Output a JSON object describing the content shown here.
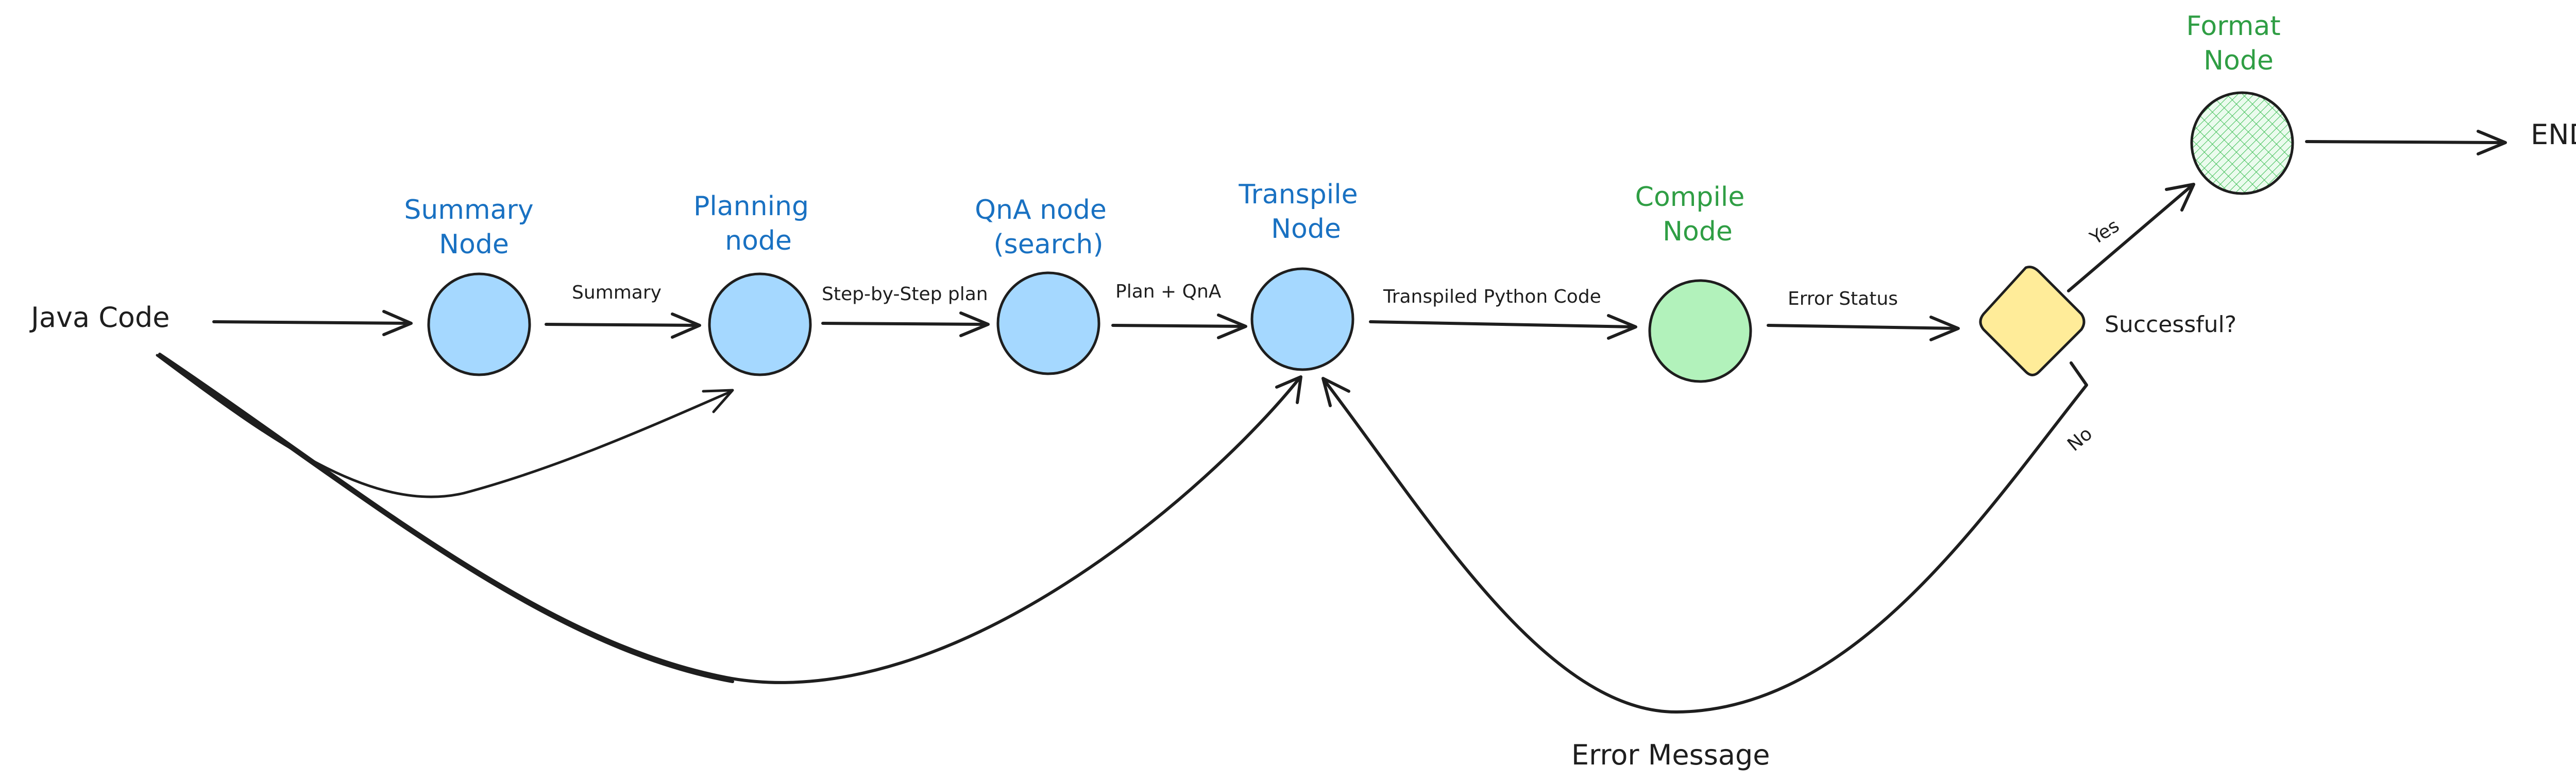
{
  "colors": {
    "blue_text": "#1971c2",
    "green_text": "#2f9e44",
    "blue_fill": "#a5d8ff",
    "green_fill": "#b2f2bb",
    "yellow_fill": "#ffec99",
    "stroke": "#1e1e1e"
  },
  "input": {
    "label": "Java Code"
  },
  "end": {
    "label": "END"
  },
  "nodes": {
    "summary": {
      "title_line1": "Summary",
      "title_line2": "Node"
    },
    "planning": {
      "title_line1": "Planning",
      "title_line2": "node"
    },
    "qna": {
      "title_line1": "QnA node",
      "title_line2": "(search)"
    },
    "transpile": {
      "title_line1": "Transpile",
      "title_line2": "Node"
    },
    "compile": {
      "title_line1": "Compile",
      "title_line2": "Node"
    },
    "format": {
      "title_line1": "Format",
      "title_line2": "Node"
    },
    "decision": {
      "label": "Successful?"
    }
  },
  "edges": {
    "summary": "Summary",
    "plan": "Step-by-Step plan",
    "plan_qna": "Plan + QnA",
    "transpiled": "Transpiled Python Code",
    "error_status": "Error Status",
    "yes": "Yes",
    "no": "No",
    "error_message": "Error Message"
  }
}
